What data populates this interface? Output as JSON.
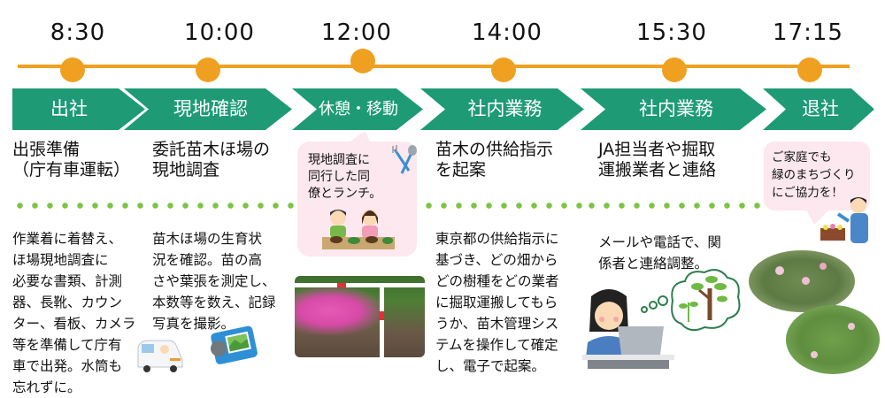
{
  "colors": {
    "timeline": "#F0A020",
    "chevron": "#1E9B75",
    "dotted_separator": "#7CC444",
    "bubble": "#FCE8EE"
  },
  "timeline": {
    "times": [
      "8:30",
      "10:00",
      "12:00",
      "14:00",
      "15:30",
      "17:15"
    ]
  },
  "phases": [
    {
      "label": "出社"
    },
    {
      "label": "現地確認"
    },
    {
      "label": "休憩・移動"
    },
    {
      "label": "社内業務"
    },
    {
      "label": "社内業務"
    },
    {
      "label": "退社"
    }
  ],
  "headings": [
    "出張準備\n（庁有車運転）",
    "委託苗木ほ場の\n現地調査",
    "苗木の供給指示\nを起案",
    "JA担当者や掘取\n運搬業者と連絡"
  ],
  "details": [
    "作業着に着替え、\nほ場現地調査に\n必要な書類、計測\n器、長靴、カウン\nター、看板、カメラ\n等を準備して庁有\n車で出発。水筒も\n忘れずに。",
    "苗木ほ場の生育状\n況を確認。苗の高\nさや葉張を測定し、\n本数等を数え、記録\n写真を撮影。",
    "東京都の供給指示に\n基づき、どの畑から\nどの樹種をどの業者\nに掘取運搬してもら\nうか、苗木管理シス\nテムを操作して確定\nし、電子で起案。",
    "メールや電話で、関\n係者と連絡調整。"
  ],
  "bubbles": {
    "lunch": "現地調査に\n同行した同\n僚とランチ。",
    "leave": "ご家庭でも\n緑のまちづくり\nにご協力を！"
  },
  "icons": [
    "car-icon",
    "camera-icon",
    "fork-spoon-icon",
    "lunch-illustration",
    "worker-laptop-illustration",
    "tree-thought-icon",
    "gardener-illustration",
    "azalea-photo",
    "shrub-photo-1",
    "shrub-photo-2"
  ]
}
